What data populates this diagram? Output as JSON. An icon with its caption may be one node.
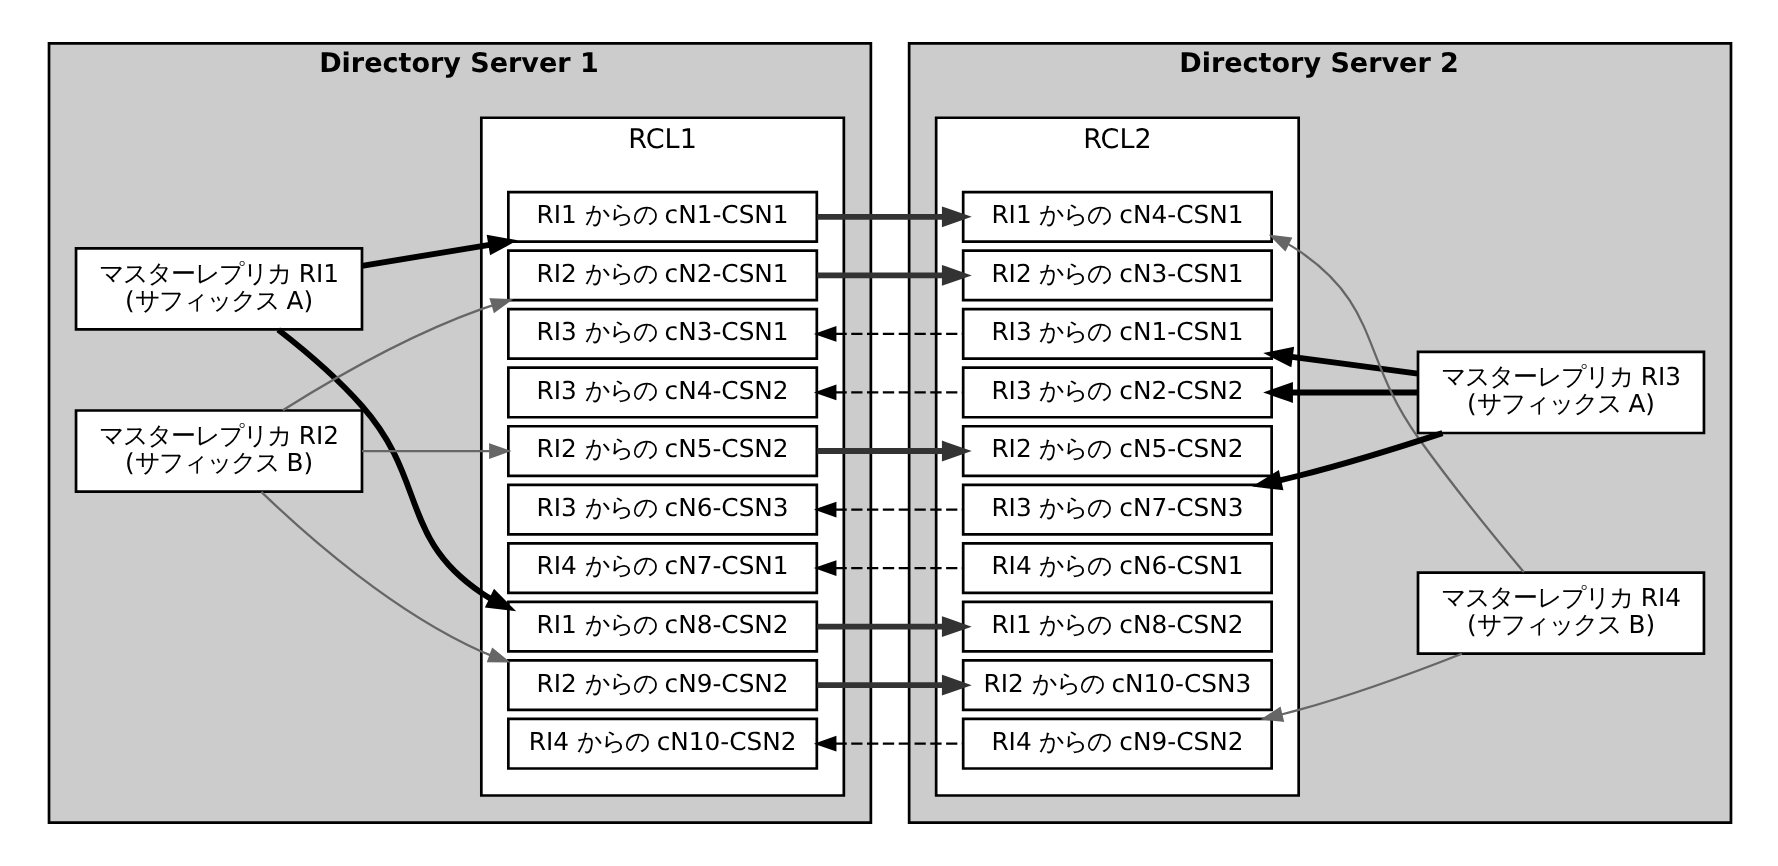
{
  "diagram": {
    "nodes": [
      {
        "text": [
          "Directory Server 1"
        ]
      },
      {
        "text": [
          "RCL1"
        ],
        "in": 0
      },
      {
        "text": [
          "RI1 からの cN1-CSN1"
        ],
        "in": 1
      },
      {
        "text": [
          "RI2 からの cN2-CSN1"
        ],
        "in": 1
      },
      {
        "text": [
          "RI3 からの cN3-CSN1"
        ],
        "in": 1
      },
      {
        "text": [
          "RI3 からの cN4-CSN2"
        ],
        "in": 1
      },
      {
        "text": [
          "RI2 からの cN5-CSN2"
        ],
        "in": 1
      },
      {
        "text": [
          "RI3 からの cN6-CSN3"
        ],
        "in": 1
      },
      {
        "text": [
          "RI4 からの cN7-CSN1"
        ],
        "in": 1
      },
      {
        "text": [
          "RI1 からの cN8-CSN2"
        ],
        "in": 1
      },
      {
        "text": [
          "RI2 からの cN9-CSN2"
        ],
        "in": 1
      },
      {
        "text": [
          "RI4 からの cN10-CSN2"
        ],
        "in": 1
      },
      {
        "text": [
          "マスターレプリカ RI1 (サフィックス A)"
        ],
        "in": 0
      },
      {
        "text": [
          "マスターレプリカ RI2 (サフィックス B)"
        ],
        "in": 0
      },
      {
        "text": [
          "Directory Server 2"
        ]
      },
      {
        "text": [
          "RCL2"
        ],
        "in": 14
      },
      {
        "text": [
          "RI3 からの cN1-CSN1"
        ],
        "in": 15
      },
      {
        "text": [
          "RI3 からの cN2-CSN2"
        ],
        "in": 15
      },
      {
        "text": [
          "RI2 からの cN3-CSN1"
        ],
        "in": 15
      },
      {
        "text": [
          "RI1 からの cN4-CSN1"
        ],
        "in": 15
      },
      {
        "text": [
          "RI2 からの cN5-CSN2"
        ],
        "in": 15
      },
      {
        "text": [
          "RI4 からの cN6-CSN1"
        ],
        "in": 15
      },
      {
        "text": [
          "RI3 からの cN7-CSN3"
        ],
        "in": 15
      },
      {
        "text": [
          "RI1 からの cN8-CSN2"
        ],
        "in": 15
      },
      {
        "text": [
          "RI4 からの cN9-CSN2"
        ],
        "in": 15
      },
      {
        "text": [
          "RI2 からの cN10-CSN3"
        ],
        "in": 15
      },
      {
        "text": [
          "マスターレプリカ RI3 (サフィックス A)"
        ],
        "in": 14
      },
      {
        "text": [
          "マスターレプリカ RI4 (サフィックス B)"
        ],
        "in": 14
      }
    ],
    "edges": [
      {
        "from": 12,
        "to": 2,
        "arrow": "to",
        "style": "thick"
      },
      {
        "from": 12,
        "to": 9,
        "arrow": "to",
        "style": "thick"
      },
      {
        "from": 13,
        "to": 3,
        "arrow": "to",
        "color": "#666666"
      },
      {
        "from": 13,
        "to": 6,
        "arrow": "to",
        "color": "#666666"
      },
      {
        "from": 13,
        "to": 10,
        "arrow": "to",
        "color": "#666666"
      },
      {
        "from": 2,
        "to": 19,
        "arrow": "to",
        "style": "thick",
        "color": "#333333"
      },
      {
        "from": 3,
        "to": 18,
        "arrow": "to",
        "style": "thick",
        "color": "#333333"
      },
      {
        "from": 6,
        "to": 20,
        "arrow": "to",
        "style": "thick",
        "color": "#333333"
      },
      {
        "from": 9,
        "to": 23,
        "arrow": "to",
        "style": "thick",
        "color": "#333333"
      },
      {
        "from": 10,
        "to": 25,
        "arrow": "to",
        "style": "thick",
        "color": "#333333"
      },
      {
        "from": 16,
        "to": 4,
        "arrow": "to",
        "style": "dashed"
      },
      {
        "from": 17,
        "to": 5,
        "arrow": "to",
        "style": "dashed"
      },
      {
        "from": 21,
        "to": 8,
        "arrow": "to",
        "style": "dashed"
      },
      {
        "from": 22,
        "to": 7,
        "arrow": "to",
        "style": "dashed"
      },
      {
        "from": 24,
        "to": 11,
        "arrow": "to",
        "style": "dashed"
      },
      {
        "from": 26,
        "to": 16,
        "arrow": "to",
        "style": "thick"
      },
      {
        "from": 26,
        "to": 17,
        "arrow": "to",
        "style": "thick"
      },
      {
        "from": 26,
        "to": 22,
        "arrow": "to",
        "style": "thick"
      },
      {
        "from": 27,
        "to": 19,
        "arrow": "to",
        "color": "#666666"
      },
      {
        "from": 27,
        "to": 24,
        "arrow": "to",
        "color": "#666666"
      }
    ]
  }
}
